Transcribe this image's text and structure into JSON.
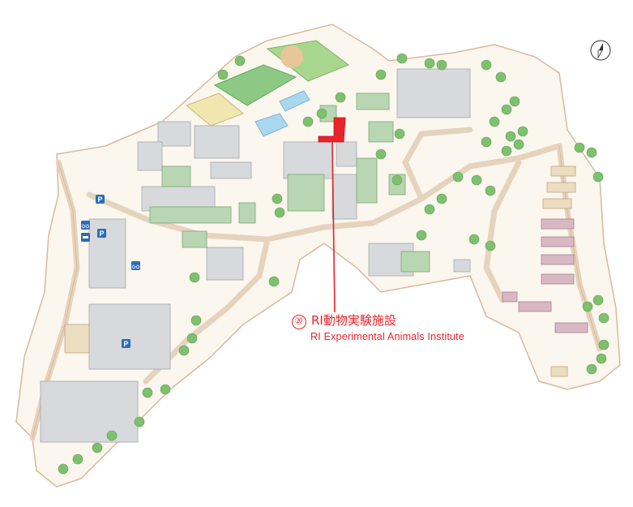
{
  "map": {
    "colors": {
      "campus_fill": "#fbf6ee",
      "campus_edge": "#d9b99a",
      "building_gray": "#d7d9dc",
      "building_green": "#b9d6b2",
      "building_pink": "#d9b8c4",
      "field_green": "#8cc985",
      "sports_field": "#f0e7b0",
      "pool": "#a9d8ee",
      "tree": "#7ec070",
      "highlight": "#e8232a",
      "parking_blue": "#2b6cb8"
    },
    "highlight_label": {
      "number": "⑳",
      "name_jp": "RI動物実験施設",
      "name_en": "RI Experimental Animals Institute"
    },
    "parking_symbol": "P",
    "compass_icon": "compass-icon",
    "bike_icon": "bicycle-parking-icon",
    "car_icon": "car-icon"
  }
}
